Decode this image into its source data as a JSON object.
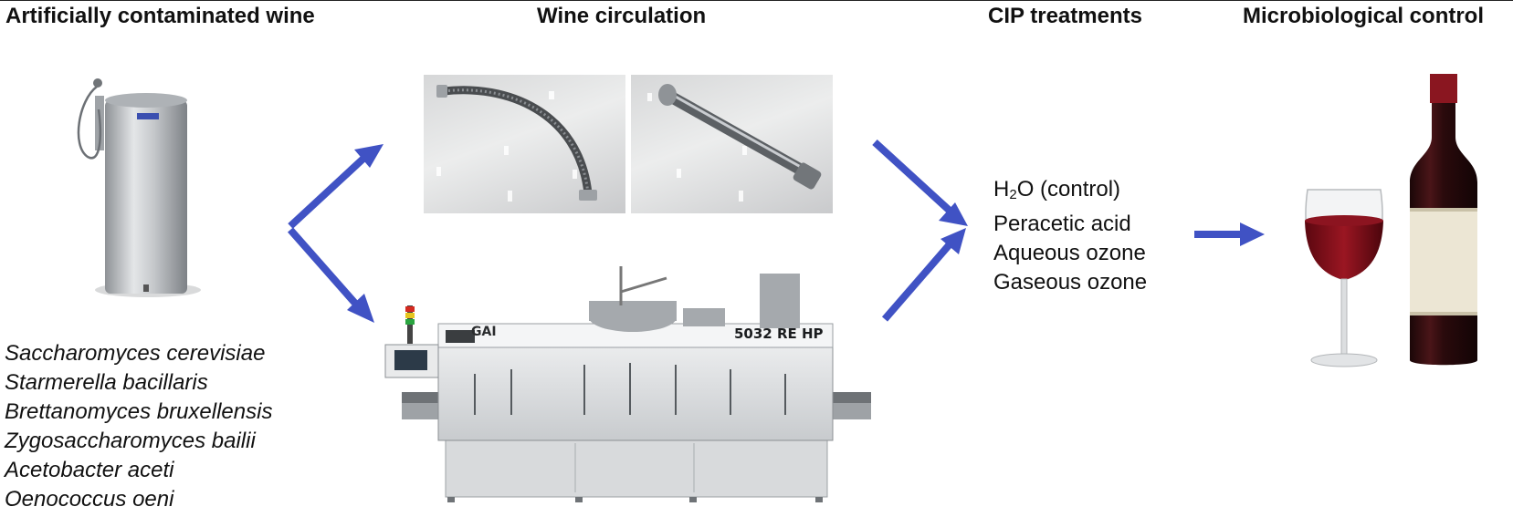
{
  "headings": {
    "contaminated_wine": "Artificially contaminated wine",
    "wine_circulation": "Wine circulation",
    "cip_treatments": "CIP treatments",
    "microbiological_control": "Microbiological control"
  },
  "organisms": [
    "Saccharomyces cerevisiae",
    "Starmerella bacillaris",
    "Brettanomyces bruxellensis",
    "Zygosaccharomyces bailii",
    "Acetobacter aceti",
    "Oenococcus oeni"
  ],
  "treatments": {
    "h2o_h": "H",
    "h2o_sub": "2",
    "h2o_rest": "O (control)",
    "items": [
      "Peracetic acid",
      "Aqueous ozone",
      "Gaseous ozone"
    ]
  },
  "machine": {
    "brand": "GAI",
    "model": "5032 RE HP"
  },
  "colors": {
    "arrow": "#4052c4",
    "wine": "#7a0d16",
    "bottle": "#2a0a0c",
    "steel": "#b9bcc0"
  },
  "icons": [
    "tank-icon",
    "hose-icon",
    "pipe-icon",
    "bottling-machine-icon",
    "wine-glass-icon",
    "wine-bottle-icon"
  ]
}
